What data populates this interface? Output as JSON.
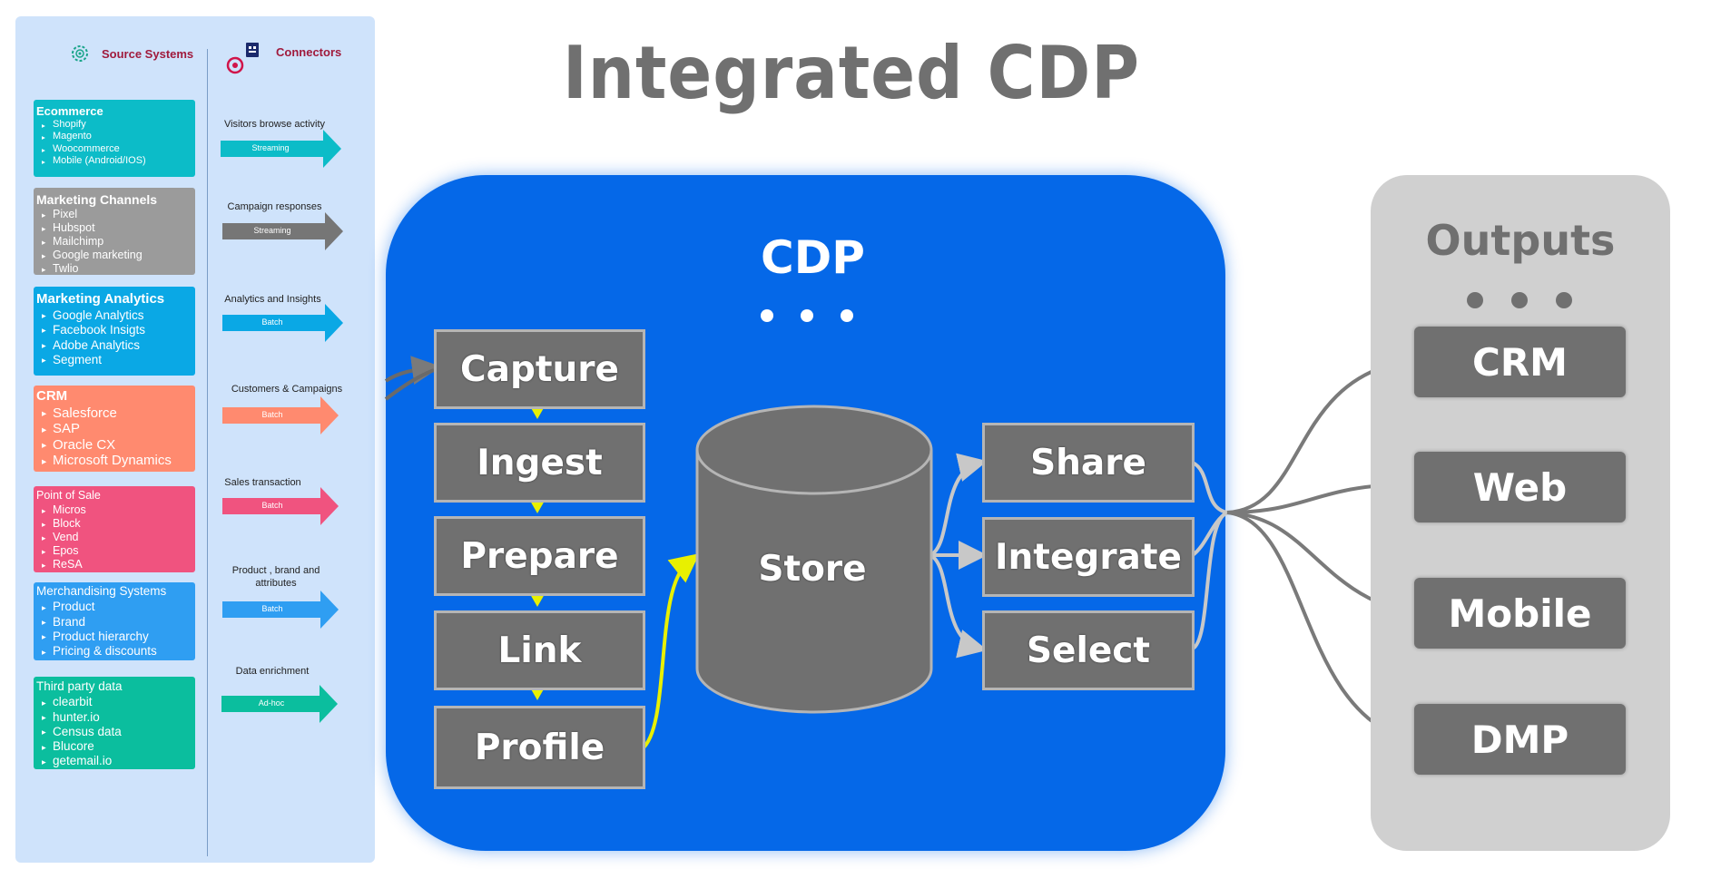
{
  "left_panel": {
    "source_header": "Source Systems",
    "connectors_header": "Connectors",
    "sources": [
      {
        "title": "Ecommerce",
        "color": "#0cbcc8",
        "items": [
          "Shopify",
          "Magento",
          "Woocommerce",
          "Mobile (Android/IOS)"
        ]
      },
      {
        "title": "Marketing Channels",
        "color": "#9b9b9b",
        "items": [
          "Pixel",
          "Hubspot",
          "Mailchimp",
          "Google marketing",
          "Twlio"
        ]
      },
      {
        "title": "Marketing Analytics",
        "color": "#0aa8e5",
        "items": [
          "Google Analytics",
          "Facebook Insigts",
          "Adobe Analytics",
          "Segment"
        ]
      },
      {
        "title": "CRM",
        "color": "#ff8a6f",
        "items": [
          "Salesforce",
          "SAP",
          "Oracle CX",
          "Microsoft Dynamics"
        ]
      },
      {
        "title": "Point of Sale",
        "color": "#f0537f",
        "items": [
          "Micros",
          "Block",
          "Vend",
          "Epos",
          "ReSA"
        ]
      },
      {
        "title": "Merchandising Systems",
        "color": "#2f9ef2",
        "items": [
          "Product",
          "Brand",
          "Product hierarchy",
          "Pricing & discounts"
        ]
      },
      {
        "title": "Third party data",
        "color": "#0bbe9e",
        "items": [
          "clearbit",
          "hunter.io",
          "Census data",
          "Blucore",
          "getemail.io"
        ]
      }
    ],
    "connectors": [
      {
        "label": "Visitors browse activity",
        "mode": "Streaming",
        "color": "#0cbcc8"
      },
      {
        "label": "Campaign responses",
        "mode": "Streaming",
        "color": "#767676"
      },
      {
        "label": "Analytics and Insights",
        "mode": "Batch",
        "color": "#0aa8e5"
      },
      {
        "label": "Customers  & Campaigns",
        "mode": "Batch",
        "color": "#ff8a6f"
      },
      {
        "label": "Sales transaction",
        "mode": "Batch",
        "color": "#f0537f"
      },
      {
        "label": "Product , brand and attributes",
        "mode": "Batch",
        "color": "#2f9ef2"
      },
      {
        "label": "Data enrichment",
        "mode": "Ad-hoc",
        "color": "#0bbe9e"
      }
    ]
  },
  "title": "Integrated CDP",
  "cdp": {
    "title": "CDP",
    "stages": [
      "Capture",
      "Ingest",
      "Prepare",
      "Link",
      "Profile"
    ],
    "store": "Store",
    "actions": [
      "Share",
      "Integrate",
      "Select"
    ]
  },
  "outputs": {
    "title": "Outputs",
    "items": [
      "CRM",
      "Web",
      "Mobile",
      "DMP"
    ]
  },
  "colors": {
    "cdp_blue": "#0568e8",
    "box_gray": "#707070",
    "flow_yellow": "#e8f000",
    "outputs_bg": "#d0d0d0"
  }
}
